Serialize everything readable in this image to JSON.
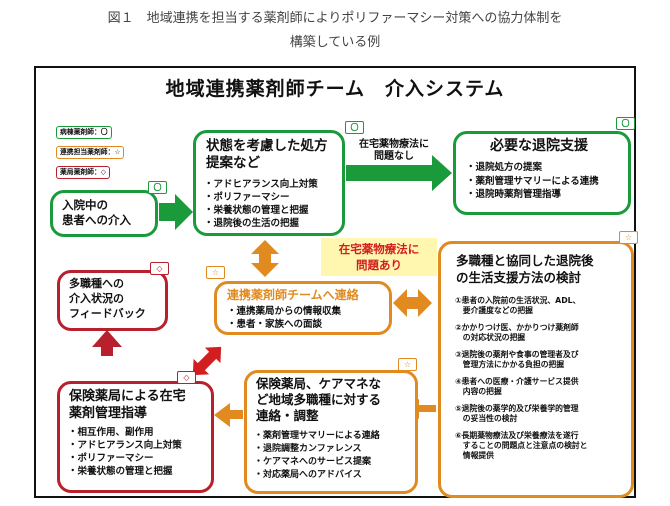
{
  "caption": {
    "line1": "図１　地域連携を担当する薬剤師によりポリファーマシー対策への協力体制を",
    "line2": "構築している例"
  },
  "title": "地域連携薬剤師チーム　介入システム",
  "legend": [
    "病棟薬剤師：〇",
    "連携担当薬剤師：☆",
    "薬局薬剤師：◇"
  ],
  "badges": {
    "circle": "〇",
    "star": "☆",
    "diamond": "◇"
  },
  "box_admission": {
    "title": "入院中の\n患者への介入"
  },
  "box_prescription": {
    "title": "状態を考慮した処方\n提案など",
    "items": [
      "・アドヒアランス向上対策",
      "・ポリファーマシー",
      "・栄養状態の管理と把握",
      "・退院後の生活の把握"
    ]
  },
  "note_home_ok": "在宅薬物療法に\n問題なし",
  "box_discharge_support": {
    "title": "必要な退院支援",
    "items": [
      "・退院処方の提案",
      "・薬剤管理サマリーによる連携",
      "・退院時薬剤管理指導"
    ]
  },
  "note_home_problem": "在宅薬物療法に\n問題あり",
  "box_feedback": {
    "title": "多職種への\n介入状況の\nフィードバック"
  },
  "box_team": {
    "title": "連携薬剤師チームへ連絡",
    "items": [
      "・連携薬局からの情報収集",
      "・患者・家族への面談"
    ]
  },
  "box_multi": {
    "title": "多職種と協同した退院後\nの生活支援方法の検討",
    "items": [
      "①患者の入院前の生活状況、ADL、\n　要介護度などの把握",
      "②かかりつけ医、かかりつけ薬剤師\n　の対応状況の把握",
      "③退院後の薬剤や食事の管理者及び\n　管理方法にかかる負担の把握",
      "④患者への医療・介護サービス提供\n　内容の把握",
      "⑤退院後の薬学的及び栄養学的管理\n　の妥当性の検討",
      "⑥長期薬物療法及び栄養療法を遂行\n　することの問題点と注意点の検討と\n　情報提供"
    ]
  },
  "box_pharmacy": {
    "title": "保険薬局による在宅\n薬剤管理指導",
    "items": [
      "・相互作用、副作用",
      "・アドヒアランス向上対策",
      "・ポリファーマシー",
      "・栄養状態の管理と把握"
    ]
  },
  "box_care": {
    "title": "保険薬局、ケアマネな\nど地域多職種に対する\n連絡・調整",
    "items": [
      "・薬剤管理サマリーによる連絡",
      "・退院調整カンファレンス",
      "・ケアマネへのサービス提案",
      "・対応薬局へのアドバイス"
    ]
  },
  "colors": {
    "green": "#1b9a3c",
    "orange": "#e08a1f",
    "red": "#b7202c",
    "yellow_bg": "#fff6b0",
    "problem_text": "#d21e1e"
  }
}
